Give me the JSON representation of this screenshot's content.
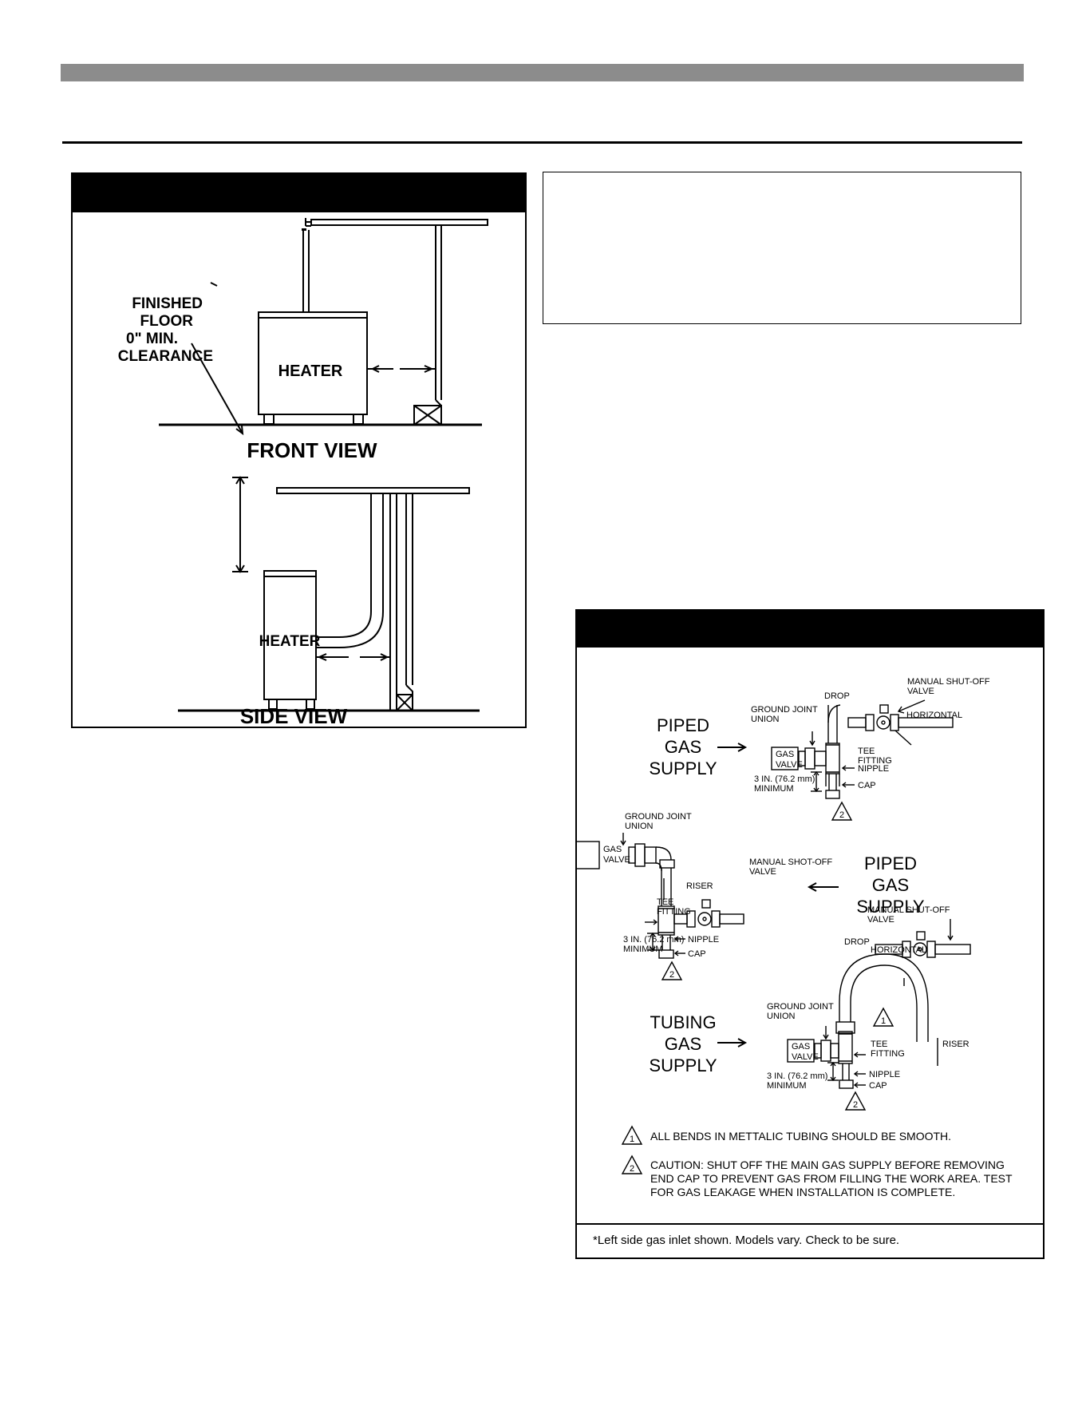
{
  "fig_clearance": {
    "finished_floor": [
      "FINISHED",
      "FLOOR",
      "0\" MIN.",
      "CLEARANCE"
    ],
    "heater": "HEATER",
    "front_view": "FRONT VIEW",
    "side_view": "SIDE VIEW"
  },
  "fig_gas": {
    "top": {
      "supply": [
        "PIPED",
        "GAS",
        "SUPPLY"
      ],
      "manual_shutoff": [
        "MANUAL SHUT-OFF",
        "VALVE"
      ],
      "drop": "DROP",
      "ground_joint": [
        "GROUND JOINT",
        "UNION"
      ],
      "horizontal": "HORIZONTAL",
      "gas_valve": [
        "GAS",
        "VALVE"
      ],
      "tee": [
        "TEE",
        "FITTING"
      ],
      "nipple": "NIPPLE",
      "min": [
        "3 IN. (76.2 mm)",
        "MINIMUM"
      ],
      "cap": "CAP",
      "marker": "2"
    },
    "middle": {
      "ground_joint": [
        "GROUND JOINT",
        "UNION"
      ],
      "gas_valve": [
        "GAS",
        "VALVE"
      ],
      "manual_shutoff": [
        "MANUAL SHOT-OFF",
        "VALVE"
      ],
      "riser": "RISER",
      "tee": [
        "TEE",
        "FITTING"
      ],
      "nipple": "NIPPLE",
      "min": [
        "3 IN. (76.2 mm)",
        "MINIMUM"
      ],
      "cap": "CAP",
      "supply": [
        "PIPED",
        "GAS",
        "SUPPLY"
      ],
      "marker": "2"
    },
    "bottom": {
      "manual_shutoff": [
        "MANUAL SHUT-OFF",
        "VALVE"
      ],
      "drop": "DROP",
      "horizontal": "HORIZONTAL",
      "ground_joint": [
        "GROUND JOINT",
        "UNION"
      ],
      "supply": [
        "TUBING",
        "GAS",
        "SUPPLY"
      ],
      "gas_valve": [
        "GAS",
        "VALVE"
      ],
      "tee": [
        "TEE",
        "FITTING"
      ],
      "riser": "RISER",
      "nipple": "NIPPLE",
      "min": [
        "3 IN. (76.2 mm)",
        "MINIMUM"
      ],
      "cap": "CAP",
      "marker1": "1",
      "marker2": "2"
    },
    "notes": {
      "n1_marker": "1",
      "n1": "ALL BENDS IN METTALIC TUBING SHOULD BE SMOOTH.",
      "n2_marker": "2",
      "n2": [
        "CAUTION: SHUT OFF THE MAIN GAS SUPPLY BEFORE REMOVING",
        "END CAP TO PREVENT GAS FROM FILLING THE WORK AREA. TEST",
        "FOR GAS LEAKAGE WHEN INSTALLATION IS COMPLETE."
      ]
    },
    "footnote": "*Left side gas inlet shown. Models vary. Check to be sure."
  }
}
